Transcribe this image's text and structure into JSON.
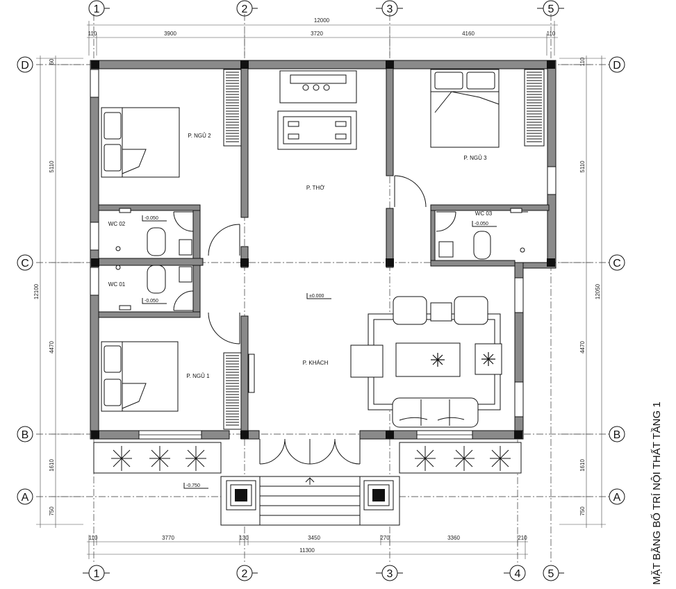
{
  "title": "MẶT BẰNG BỐ TRÍ NỘI THẤT TẦNG 1",
  "grid_axes": {
    "top": [
      "1",
      "2",
      "3",
      "5"
    ],
    "bottom": [
      "1",
      "2",
      "3",
      "4",
      "5"
    ],
    "left": [
      "D",
      "C",
      "B",
      "A"
    ],
    "right": [
      "D",
      "C",
      "B",
      "A"
    ]
  },
  "dimensions": {
    "top_total": "12000",
    "top_segments": [
      "110",
      "3900",
      "3720",
      "4160",
      "110"
    ],
    "bottom_total": "11300",
    "bottom_segments": [
      "110",
      "3770",
      "130",
      "3450",
      "270",
      "3360",
      "210"
    ],
    "left_total": "12100",
    "left_segments": [
      "60",
      "5110",
      "4470",
      "1610",
      "750"
    ],
    "right_total": "12050",
    "right_segments": [
      "110",
      "5110",
      "4470",
      "1610",
      "750"
    ]
  },
  "rooms": {
    "bedroom2": "P. NGỦ 2",
    "bedroom3": "P. NGỦ 3",
    "worship": "P. THỜ",
    "bedroom1": "P. NGỦ 1",
    "living": "P. KHÁCH",
    "wc02": "WC 02",
    "wc01": "WC 01",
    "wc03": "WC 03"
  },
  "levels": {
    "wc02": "-0.050",
    "wc01": "-0.050",
    "wc03": "-0.050",
    "living": "±0.000",
    "porch": "-0.750"
  }
}
